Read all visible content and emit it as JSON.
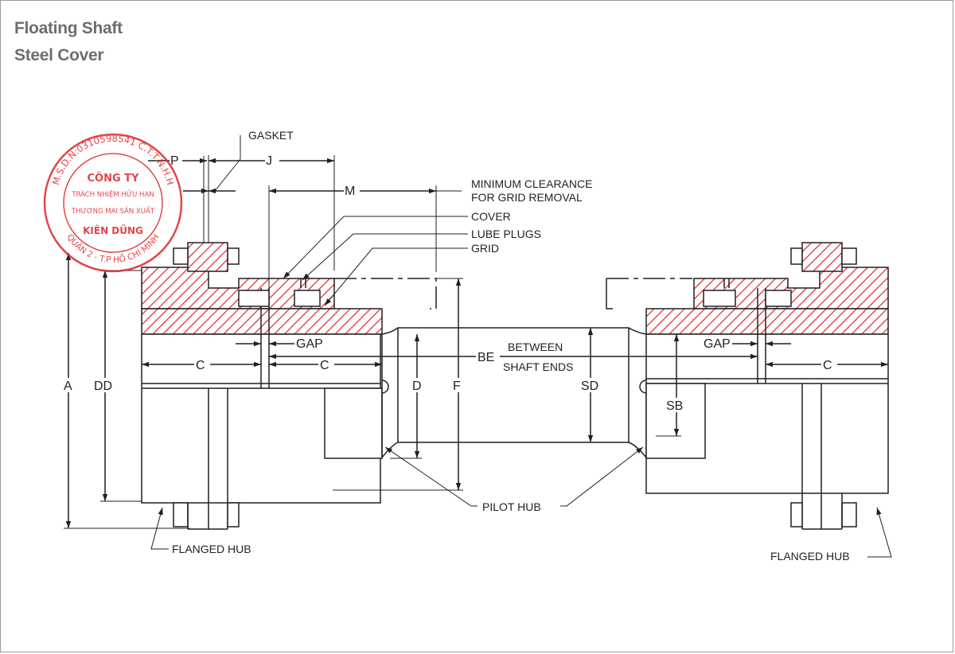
{
  "header": {
    "line1": "Floating Shaft",
    "line2": "Steel Cover"
  },
  "labels": {
    "gasket": "GASKET",
    "min_clearance_1": "MINIMUM CLEARANCE",
    "min_clearance_2": "FOR GRID REMOVAL",
    "cover": "COVER",
    "lube_plugs": "LUBE PLUGS",
    "grid": "GRID",
    "between": "BETWEEN",
    "shaft_ends": "SHAFT ENDS",
    "pilot_hub": "PILOT HUB",
    "flanged_hub_left": "FLANGED HUB",
    "flanged_hub_right": "FLANGED HUB"
  },
  "dimensions": {
    "p": "P",
    "j": "J",
    "m": "M",
    "gap_left": "GAP",
    "gap_right": "GAP",
    "c_left_1": "C",
    "c_left_2": "C",
    "c_right": "C",
    "be": "BE",
    "a": "A",
    "dd": "DD",
    "d": "D",
    "f": "F",
    "sd": "SD",
    "sb": "SB"
  },
  "stamp": {
    "ring_text": "M.S.D.N:0310598541 C.T.T.N.H.H",
    "ring_text_bottom": "QUẬN 2 - T.P HỒ CHÍ MINH",
    "line1": "CÔNG TY",
    "line2": "TRÁCH NHIỆM HỮU HẠN",
    "line3": "THƯƠNG MẠI SẢN XUẤT",
    "line4": "KIÊN DŨNG",
    "color": "#e0252a"
  },
  "colors": {
    "hatch": "#e0252a",
    "line": "#231f20",
    "title": "#6d6e70"
  }
}
